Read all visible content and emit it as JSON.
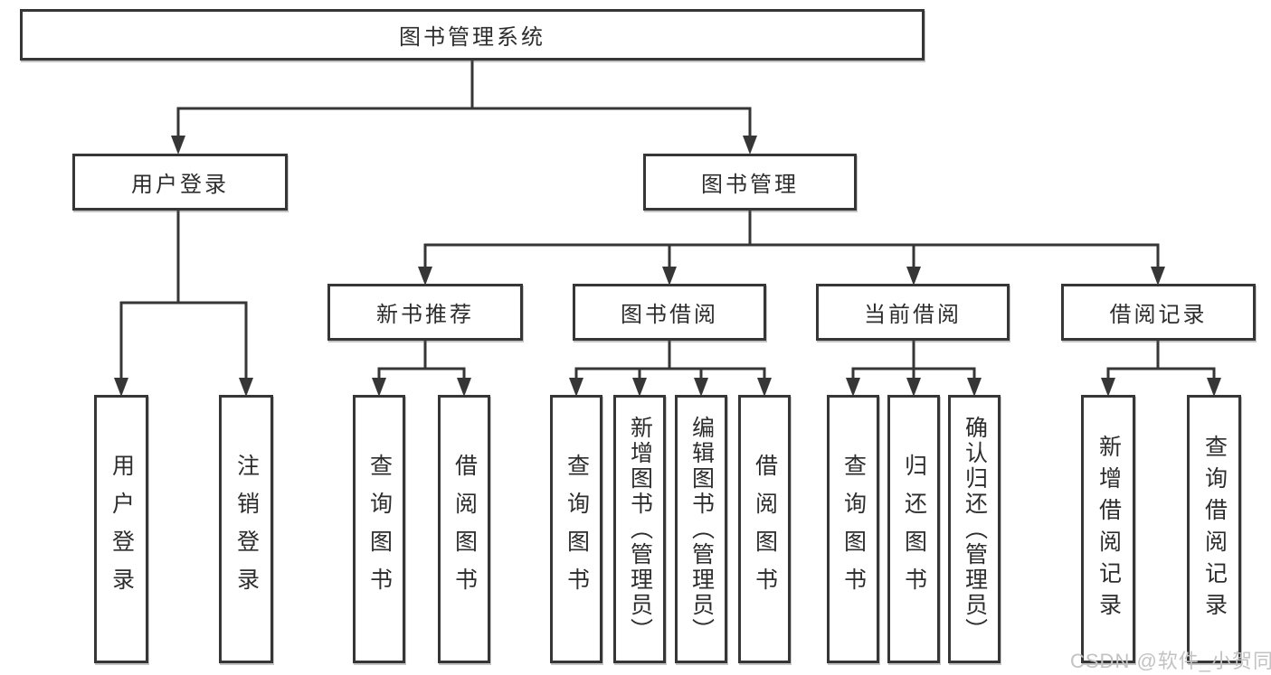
{
  "diagram": {
    "type": "function-structure-tree",
    "root": {
      "label": "图书管理系统",
      "children": [
        {
          "label": "用户登录",
          "children": [
            {
              "label": "用户登录"
            },
            {
              "label": "注销登录"
            }
          ]
        },
        {
          "label": "图书管理",
          "children": [
            {
              "label": "新书推荐",
              "children": [
                {
                  "label": "查询图书"
                },
                {
                  "label": "借阅图书"
                }
              ]
            },
            {
              "label": "图书借阅",
              "children": [
                {
                  "label": "查询图书"
                },
                {
                  "label": "新增图书（管理员）"
                },
                {
                  "label": "编辑图书（管理员）"
                },
                {
                  "label": "借阅图书"
                }
              ]
            },
            {
              "label": "当前借阅",
              "children": [
                {
                  "label": "查询图书"
                },
                {
                  "label": "归还图书"
                },
                {
                  "label": "确认归还（管理员）"
                }
              ]
            },
            {
              "label": "借阅记录",
              "children": [
                {
                  "label": "新增借阅记录"
                },
                {
                  "label": "查询借阅记录"
                }
              ]
            }
          ]
        }
      ]
    }
  },
  "watermark": {
    "text": "CSDN @软件_小贺同学",
    "color": "#c2c2c2"
  },
  "colors": {
    "line": "#363636",
    "text": "#2d2d2d",
    "background": "#ffffff"
  }
}
